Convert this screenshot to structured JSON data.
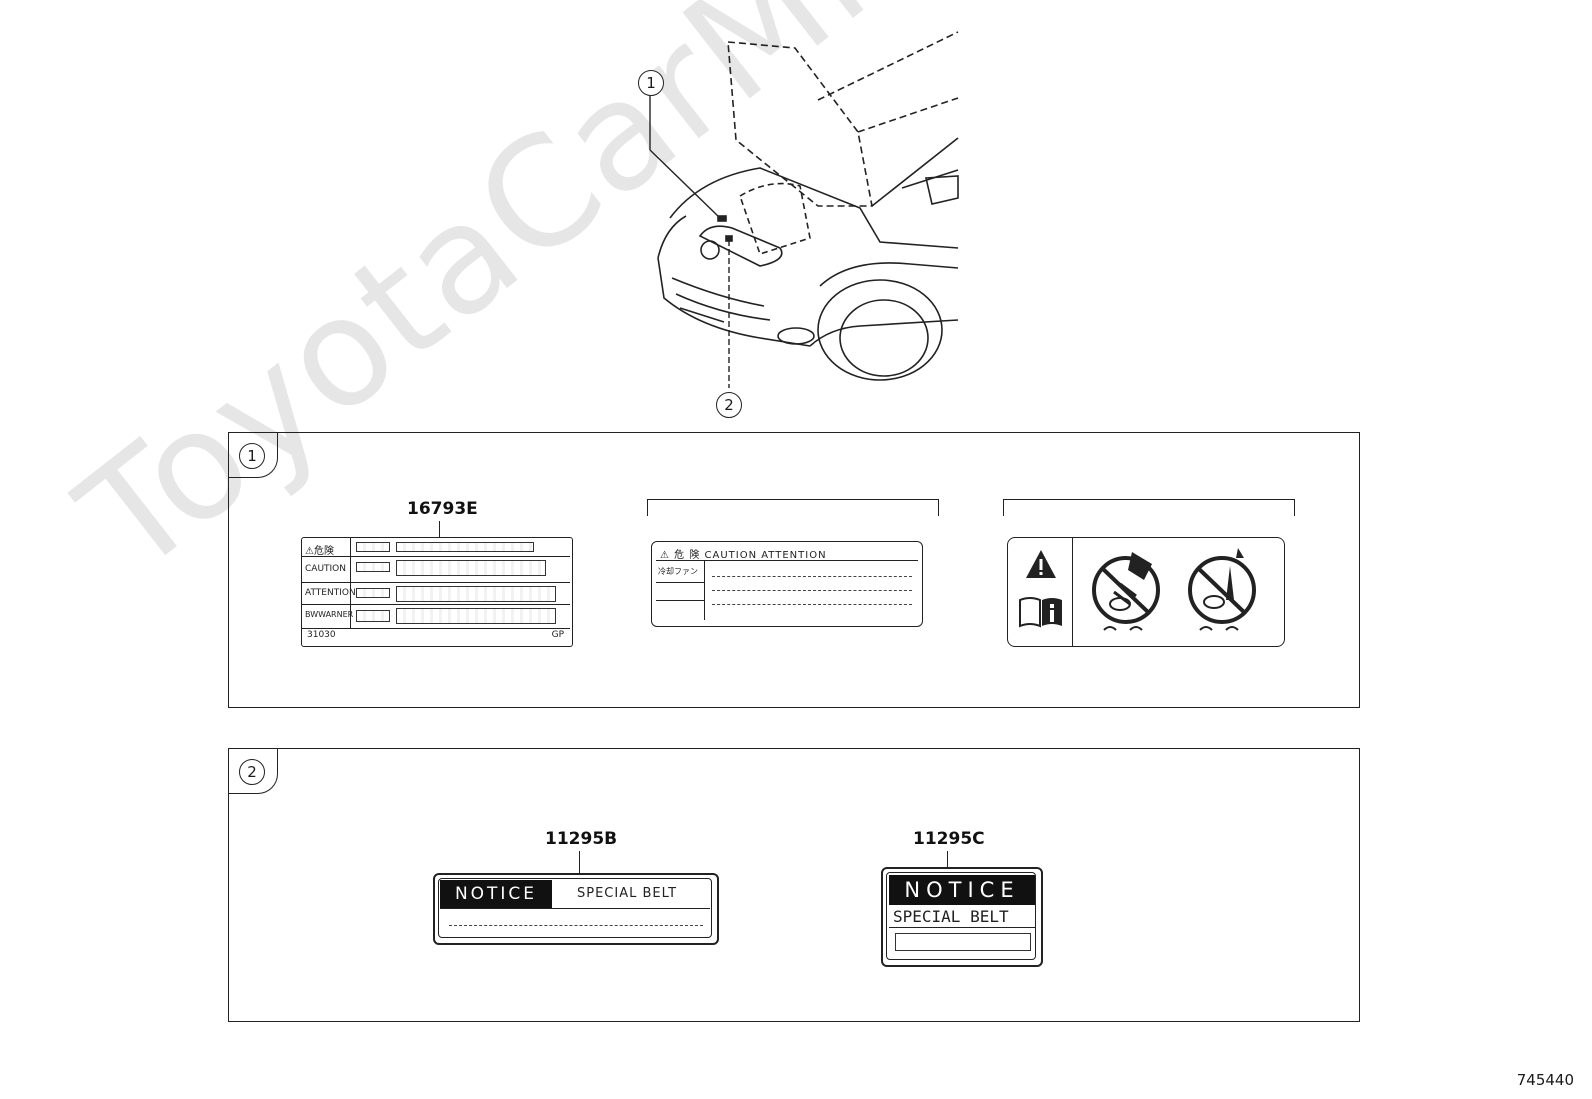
{
  "watermark": "ToyotaCarMine.ru",
  "callouts": {
    "one": "1",
    "two": "2"
  },
  "panel1": {
    "number": "1",
    "label_a": {
      "part_no": "16793E",
      "rows": [
        "⚠危険",
        "CAUTION",
        "ATTENTION",
        "BWWARNER"
      ],
      "footer_left": "31030",
      "footer_right": "GP"
    },
    "label_b": {
      "header": "⚠ 危 険   CAUTION   ATTENTION",
      "row1": "冷却ファン"
    },
    "label_c": {
      "icons": [
        "warning-triangle-icon",
        "manual-info-icon",
        "no-hand-fan-icon",
        "no-tool-fan-icon"
      ]
    }
  },
  "panel2": {
    "number": "2",
    "label_a": {
      "part_no": "11295B",
      "notice": "NOTICE",
      "text": "SPECIAL BELT"
    },
    "label_b": {
      "part_no": "11295C",
      "notice": "NOTICE",
      "text": "SPECIAL BELT"
    }
  },
  "doc_number": "745440"
}
